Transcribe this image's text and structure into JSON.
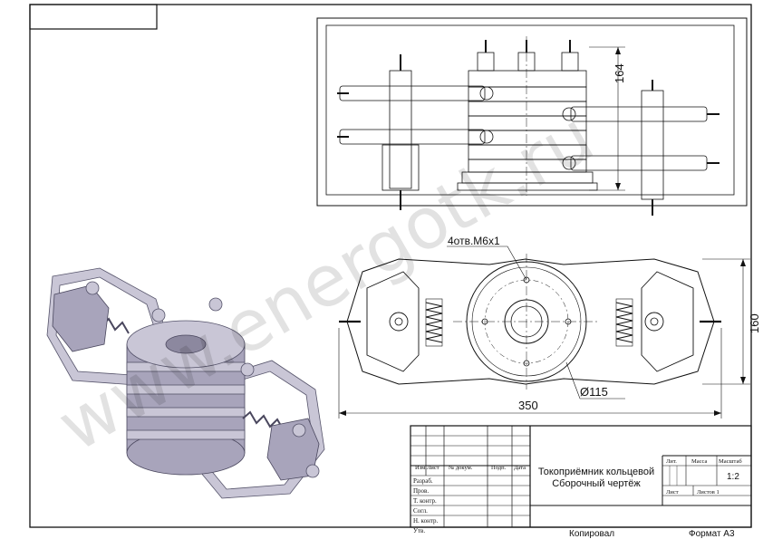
{
  "watermark": "www.energotk.ru",
  "dimensions": {
    "height_top": "164",
    "thread_holes": "4отв.М6х1",
    "height_plan": "160",
    "width_overall": "350",
    "diameter": "Ø115"
  },
  "title_block": {
    "title_line1": "Токоприёмник кольцевой",
    "title_line2": "Сборочный чертёж",
    "col_izm": "Изм.",
    "col_list": "Лист",
    "col_doc": "№ докум.",
    "col_sign": "Подп.",
    "col_date": "Дата",
    "row_razrab": "Разраб.",
    "row_prov": "Пров.",
    "row_tkontr": "Т. контр.",
    "row_sogl": "Согл.",
    "row_nkontr": "Н. контр.",
    "row_utv": "Утв.",
    "lit": "Лит.",
    "massa": "Масса",
    "masshtab": "Масштаб",
    "scale": "1:2",
    "list": "Лист",
    "listov": "Листов 1"
  },
  "footer": {
    "copied": "Копировал",
    "format": "Формат А3"
  }
}
